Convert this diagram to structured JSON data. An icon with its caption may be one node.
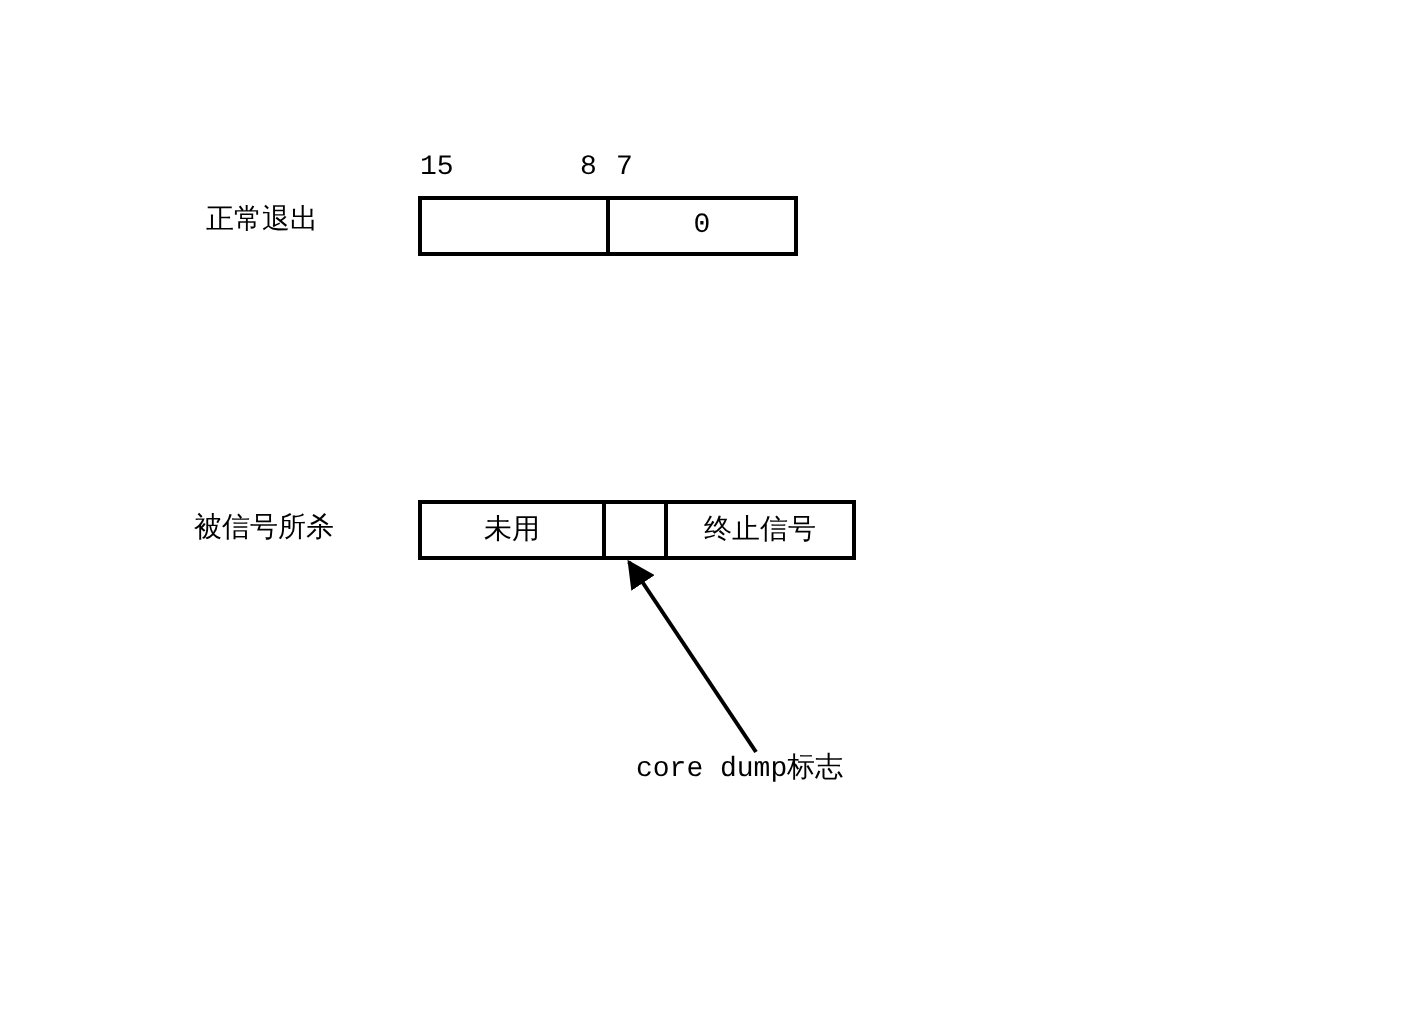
{
  "diagram": {
    "nodes": [
      {
        "text": [],
        "shape": "box"
      },
      {
        "text": [
          "0"
        ]
      },
      {
        "text": [
          "未用"
        ]
      },
      {
        "text": [],
        "shape": "box"
      },
      {
        "text": [
          "终止信号"
        ]
      },
      {
        "text": [
          "core dump标志"
        ]
      }
    ],
    "edges": [
      {
        "from": 5,
        "to": 3,
        "arrow": "to"
      }
    ],
    "labels": [
      "15",
      "8",
      "7",
      "正常退出",
      "被信号所杀"
    ]
  }
}
